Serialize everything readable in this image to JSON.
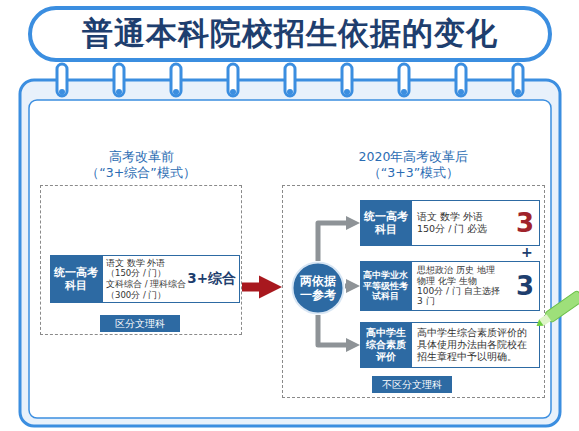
{
  "diagram": {
    "title": "普通本科院校招生依据的变化",
    "nodes": [
      {
        "text": [
          "高考改革前 （“3+综合”模式）"
        ]
      },
      {
        "text": [
          "统一高考科目"
        ],
        "in": 0
      },
      {
        "text": [
          "语文 数学 外语 （150分 / 门） 文科综合 / 理科综合 （300分 / 门）",
          "3+综合"
        ],
        "in": 0
      },
      {
        "text": [
          "区分文理科"
        ],
        "in": 0
      },
      {
        "text": [
          "2020年高考改革后 （“3+3”模式）"
        ]
      },
      {
        "text": [
          "两依据一参考"
        ],
        "in": 4
      },
      {
        "text": [
          "统一高考科目"
        ],
        "in": 4
      },
      {
        "text": [
          "语文 数学 外语 150分 / 门 必选",
          "3"
        ],
        "in": 4
      },
      {
        "text": [
          "高中学业水平等级性考试科目"
        ],
        "in": 4
      },
      {
        "text": [
          "思想政治 历史 地理 物理 化学 生物 100分 / 门 自主选择 3 门",
          "3"
        ],
        "in": 4
      },
      {
        "text": [
          "高中学生综合素质评价"
        ],
        "in": 4
      },
      {
        "text": [
          "高中学生综合素质评价的具体使用办法由各院校在招生章程中予以明确。"
        ],
        "in": 4
      },
      {
        "text": [
          "不区分文理科"
        ],
        "in": 4
      }
    ],
    "edges": [
      {
        "from": 0,
        "to": 4,
        "arrow": "to"
      },
      {
        "from": 5,
        "to": 6,
        "arrow": "to"
      },
      {
        "from": 5,
        "to": 8,
        "arrow": "to"
      },
      {
        "from": 5,
        "to": 10,
        "arrow": "to"
      }
    ],
    "labels": [
      "+"
    ]
  }
}
